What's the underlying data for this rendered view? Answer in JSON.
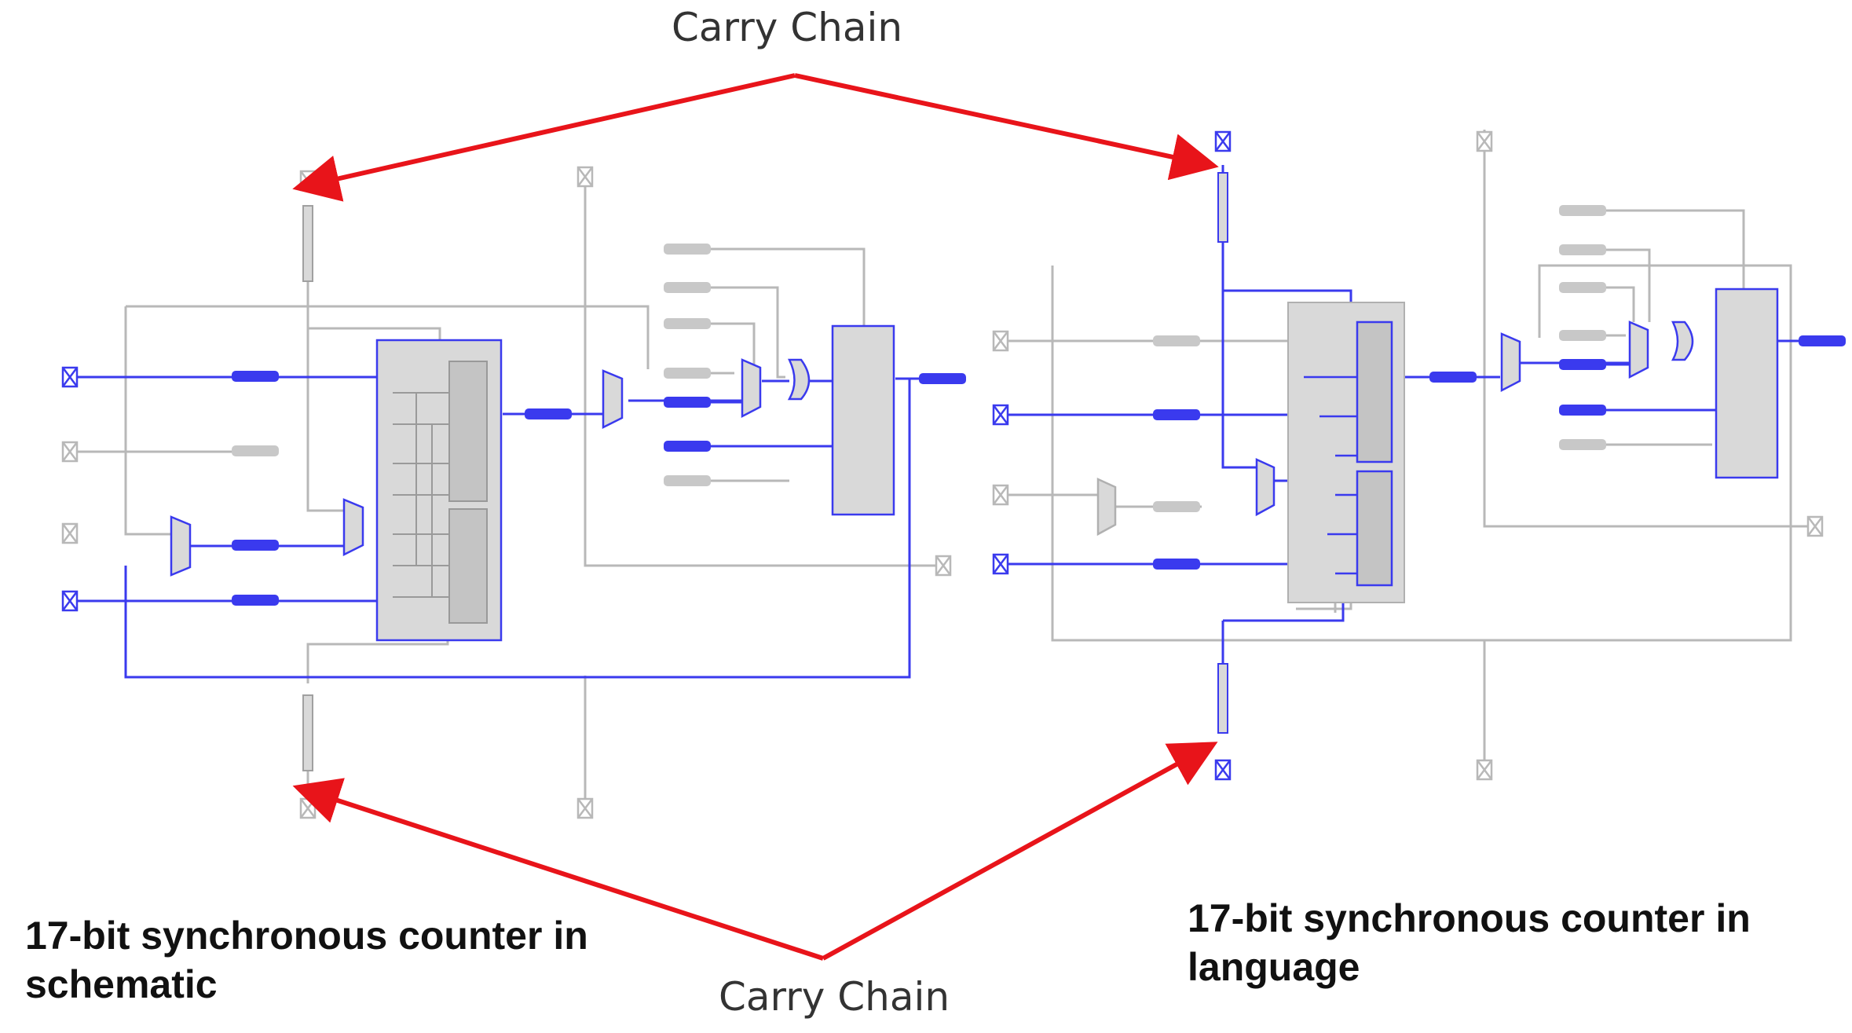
{
  "annotations": {
    "carry_chain_top": "Carry Chain",
    "carry_chain_bottom": "Carry Chain"
  },
  "captions": {
    "left": "17-bit synchronous counter in schematic",
    "right": "17-bit synchronous counter in language"
  },
  "colors": {
    "arrow": "#e8141a",
    "active_wire": "#3a3aee",
    "inactive_wire": "#b8b8b8",
    "component_fill": "#d9d9d9",
    "inner_block_fill": "#c4c4c4"
  }
}
